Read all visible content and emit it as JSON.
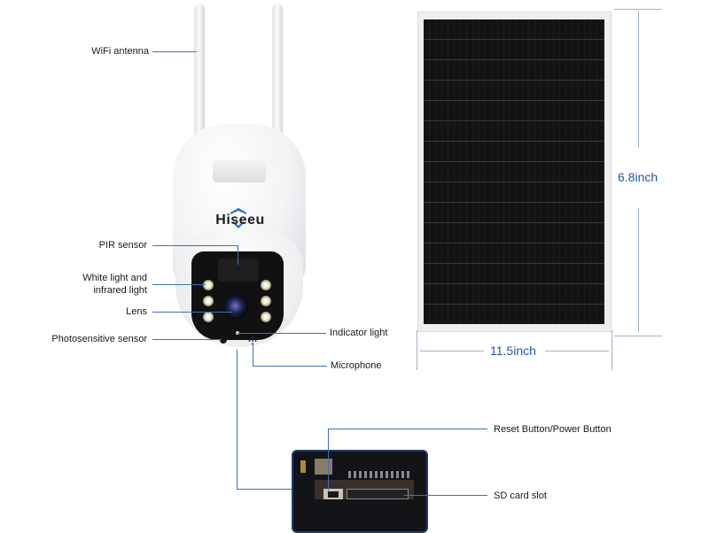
{
  "brand": {
    "name": "Hiseeu",
    "accent_color": "#2c6fd1"
  },
  "callouts": {
    "wifi_antenna": "WiFi antenna",
    "pir_sensor": "PIR sensor",
    "white_light_line1": "White light and",
    "white_light_line2": "infrared light",
    "lens": "Lens",
    "photosensitive_sensor": "Photosensitive sensor",
    "indicator_light": "Indicator light",
    "microphone": "Microphone",
    "reset_button": "Reset Button/Power Button",
    "sd_card_slot": "SD card slot"
  },
  "solar_panel": {
    "height_label": "6.8inch",
    "width_label": "11.5inch",
    "dimension_color": "#2456a8",
    "line_color": "#9db3c8"
  },
  "colors": {
    "callout_line": "#3a72b8",
    "text": "#1a1a1a"
  }
}
